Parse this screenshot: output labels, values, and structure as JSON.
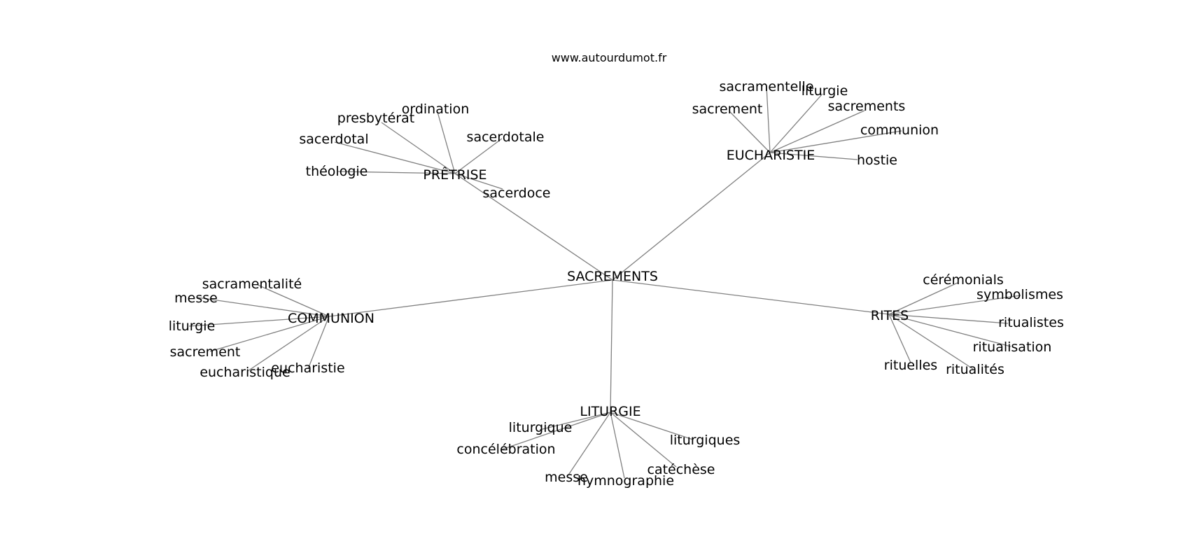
{
  "site": "www.autourdumot.fr",
  "root": "SACREMENTS",
  "clusters": [
    {
      "id": "pretrise",
      "hub": "PRÊTRISE",
      "leaves": [
        "ordination",
        "presbytérat",
        "sacerdotal",
        "théologie",
        "sacerdotale",
        "sacerdoce"
      ]
    },
    {
      "id": "eucharistie",
      "hub": "EUCHARISTIE",
      "leaves": [
        "sacramentelle",
        "liturgie",
        "sacrement",
        "sacrements",
        "communion",
        "hostie"
      ]
    },
    {
      "id": "communion",
      "hub": "COMMUNION",
      "leaves": [
        "sacramentalité",
        "messe",
        "liturgie",
        "sacrement",
        "eucharistique",
        "eucharistie"
      ]
    },
    {
      "id": "rites",
      "hub": "RITES",
      "leaves": [
        "cérémonials",
        "symbolismes",
        "ritualistes",
        "ritualisation",
        "rituelles",
        "ritualités"
      ]
    },
    {
      "id": "liturgie",
      "hub": "LITURGIE",
      "leaves": [
        "liturgique",
        "concélébration",
        "messe",
        "hymnographie",
        "catéchèse",
        "liturgiques"
      ]
    }
  ]
}
